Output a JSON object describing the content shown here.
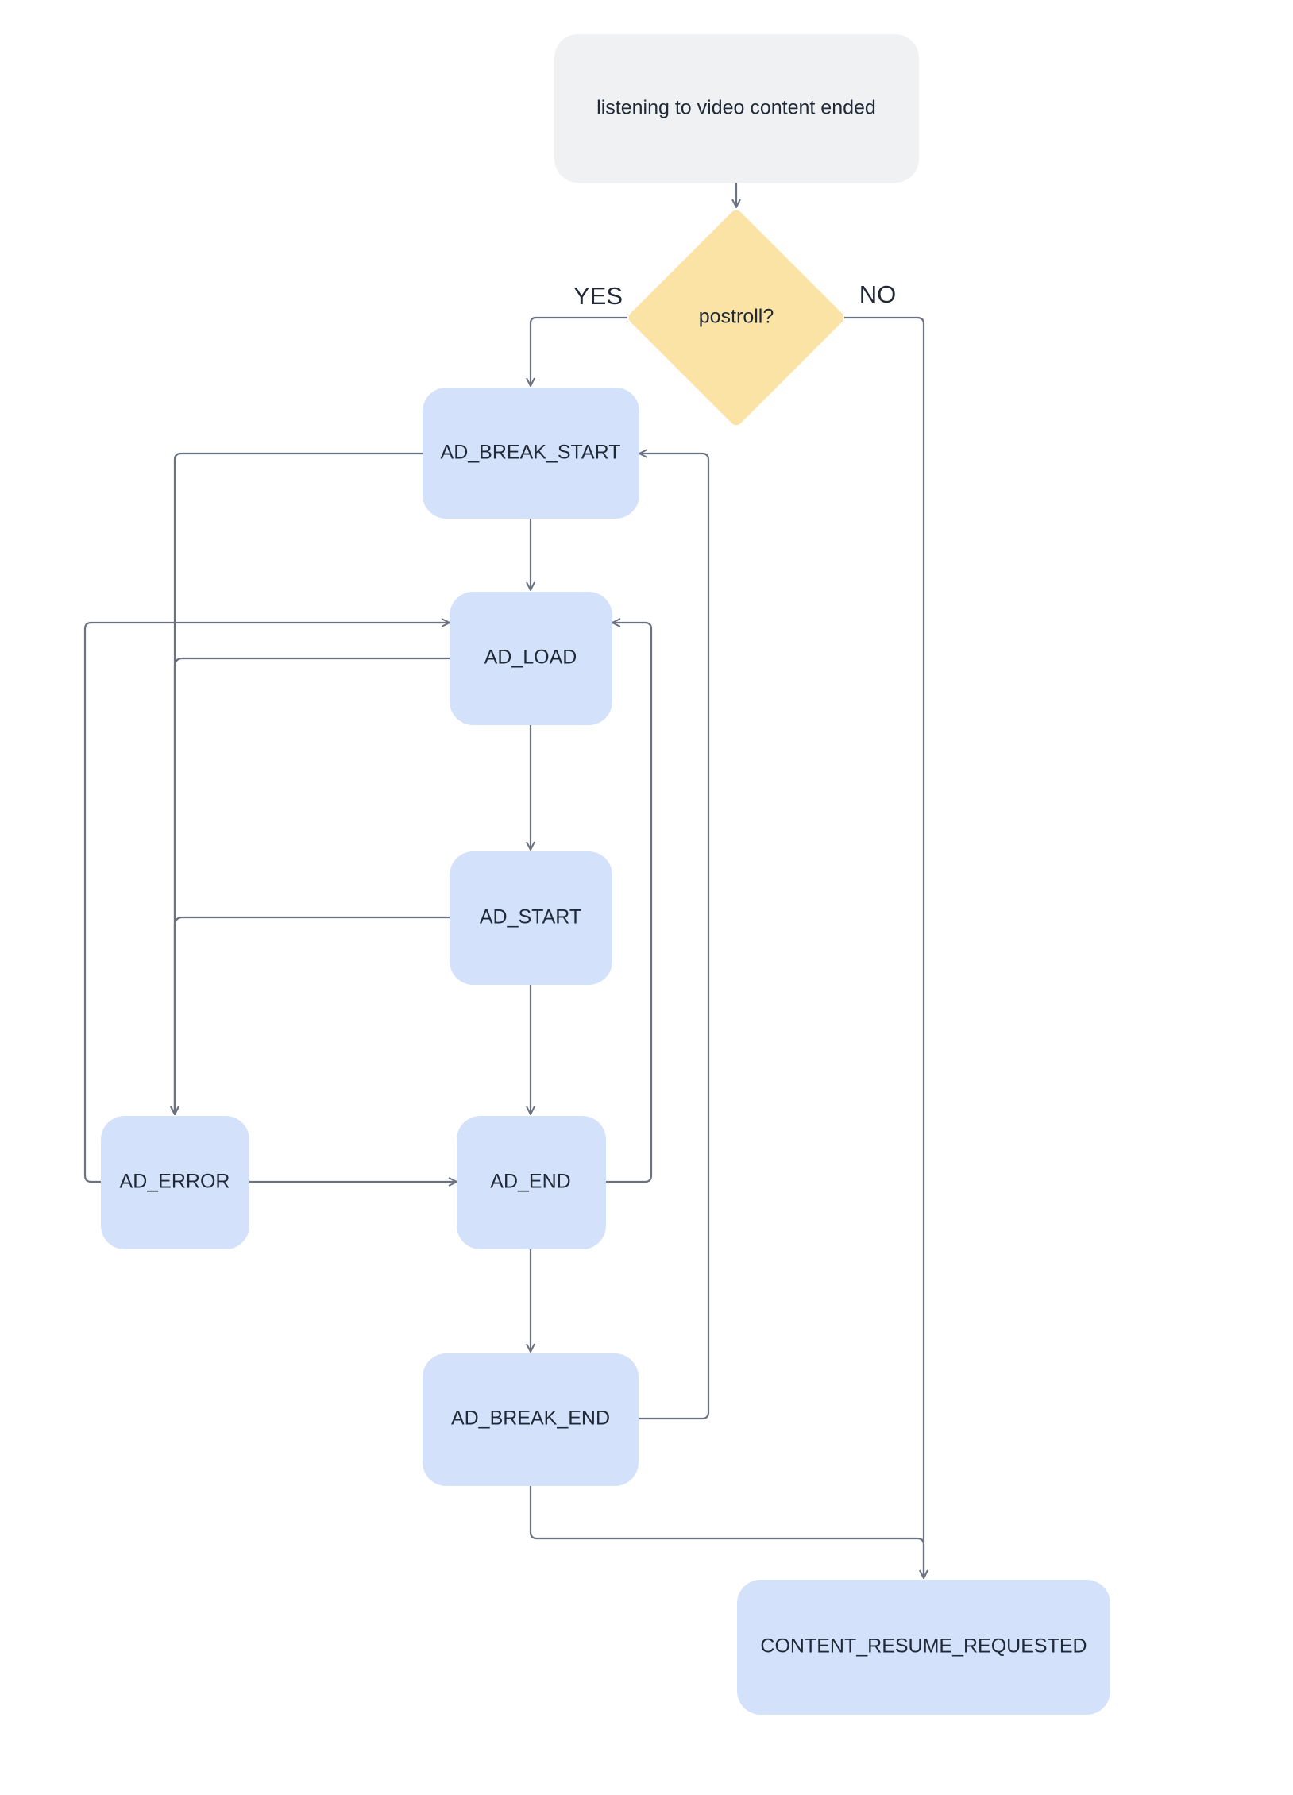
{
  "diagram": {
    "start": {
      "label": "listening to video content ended"
    },
    "decision": {
      "label": "postroll?",
      "yes_label": "YES",
      "no_label": "NO"
    },
    "events": {
      "ad_break_start": "AD_BREAK_START",
      "ad_load": "AD_LOAD",
      "ad_start": "AD_START",
      "ad_error": "AD_ERROR",
      "ad_end": "AD_END",
      "ad_break_end": "AD_BREAK_END",
      "content_resume_requested": "CONTENT_RESUME_REQUESTED"
    },
    "colors": {
      "start_fill": "#f0f1f3",
      "decision_fill": "#fbe3a6",
      "event_fill": "#d3e1fb",
      "edge_stroke": "#6b7280",
      "text": "#1f2937"
    }
  }
}
